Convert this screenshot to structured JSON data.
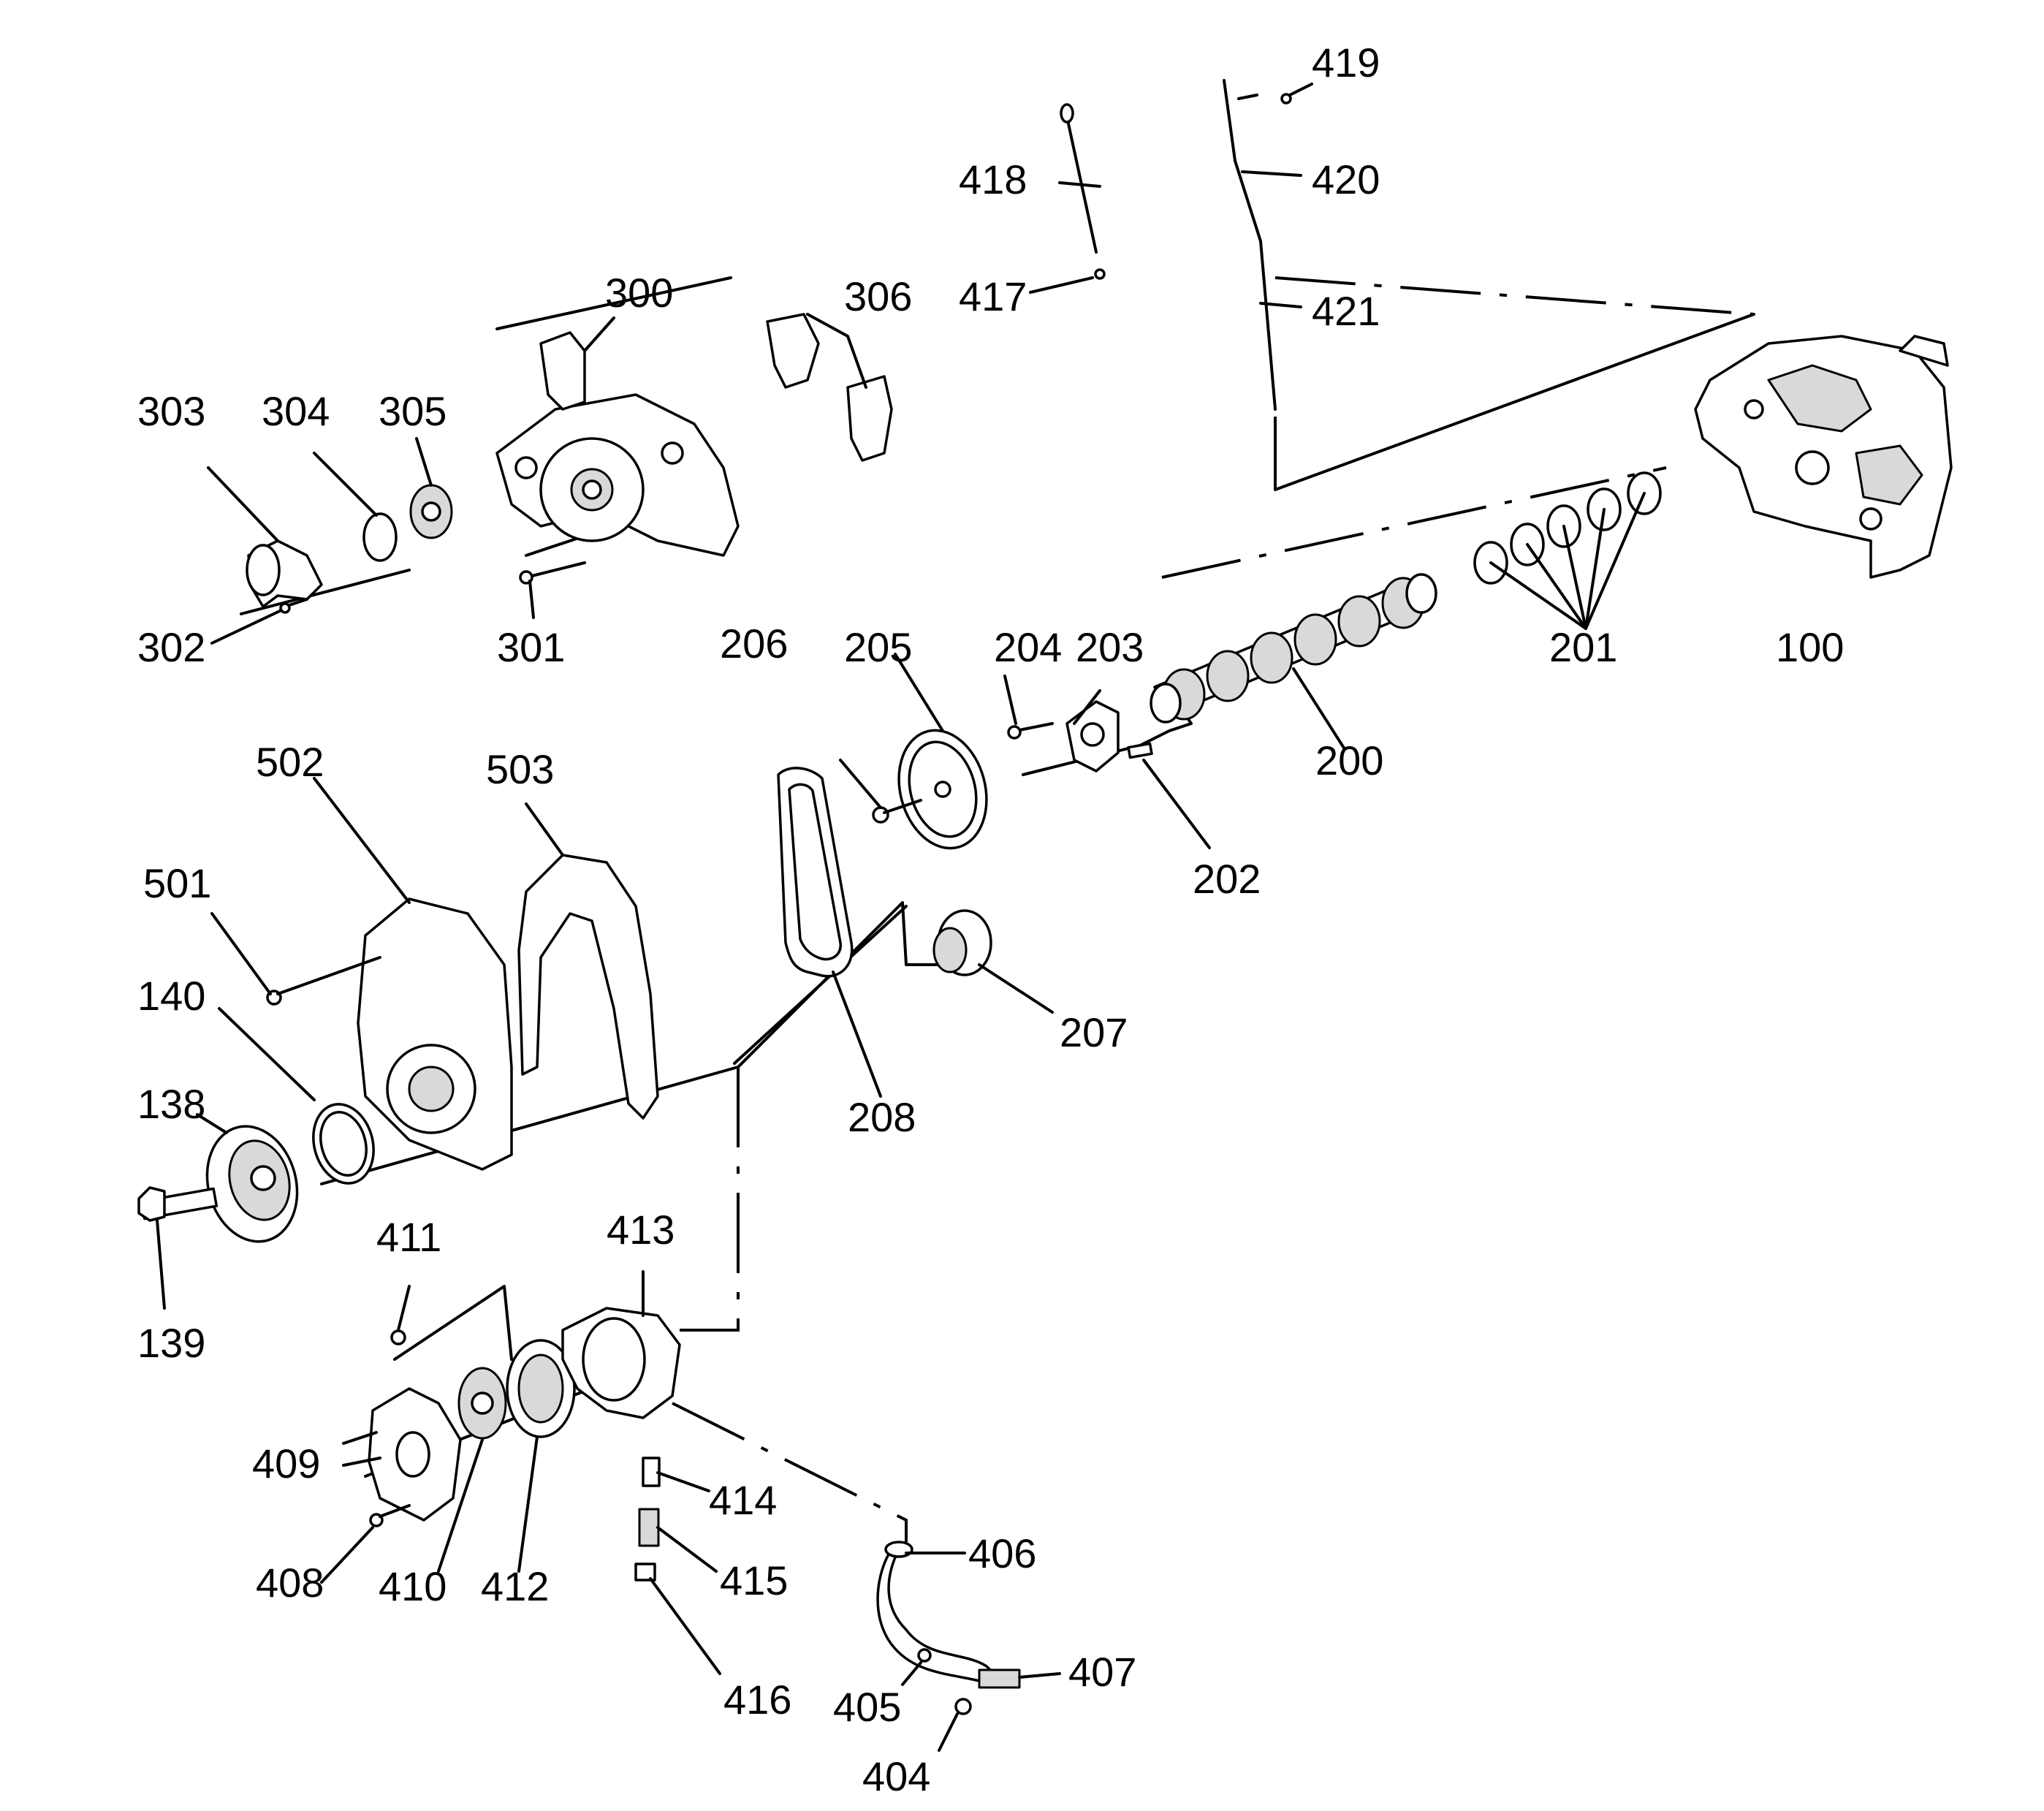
{
  "labels": {
    "p100": "100",
    "p138": "138",
    "p139": "139",
    "p140": "140",
    "p200": "200",
    "p201": "201",
    "p202": "202",
    "p203": "203",
    "p204": "204",
    "p205": "205",
    "p206": "206",
    "p207": "207",
    "p208": "208",
    "p300": "300",
    "p301": "301",
    "p302": "302",
    "p303": "303",
    "p304": "304",
    "p305": "305",
    "p306": "306",
    "p404": "404",
    "p405": "405",
    "p406": "406",
    "p407": "407",
    "p408": "408",
    "p409": "409",
    "p410": "410",
    "p411": "411",
    "p412": "412",
    "p413": "413",
    "p414": "414",
    "p415": "415",
    "p416": "416",
    "p417": "417",
    "p418": "418",
    "p419": "419",
    "p420": "420",
    "p421": "421",
    "p501": "501",
    "p502": "502",
    "p503": "503"
  }
}
